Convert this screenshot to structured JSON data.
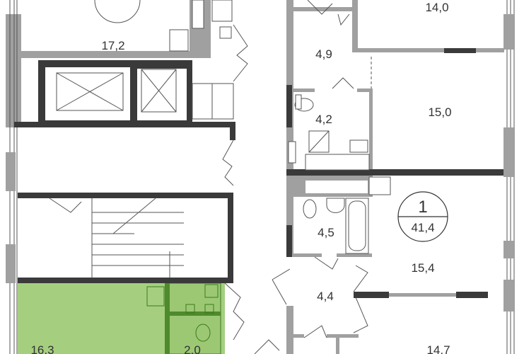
{
  "plan": {
    "rooms": [
      {
        "id": "room-17-2",
        "area": "17,2"
      },
      {
        "id": "room-14-0",
        "area": "14,0"
      },
      {
        "id": "room-4-9",
        "area": "4,9"
      },
      {
        "id": "room-4-2",
        "area": "4,2"
      },
      {
        "id": "room-15-0",
        "area": "15,0"
      },
      {
        "id": "room-4-5",
        "area": "4,5"
      },
      {
        "id": "room-15-4",
        "area": "15,4"
      },
      {
        "id": "room-4-4",
        "area": "4,4"
      },
      {
        "id": "room-14-7",
        "area": "14,7"
      },
      {
        "id": "room-16-3",
        "area": "16,3"
      },
      {
        "id": "room-2-0",
        "area": "2,0"
      }
    ],
    "apartment_badge": {
      "rooms_count": "1",
      "total_area": "41,4"
    },
    "colors": {
      "highlight": "#a5cf7f",
      "wall": "#a0a0a0",
      "bearing_wall": "#3a3a3a"
    }
  }
}
